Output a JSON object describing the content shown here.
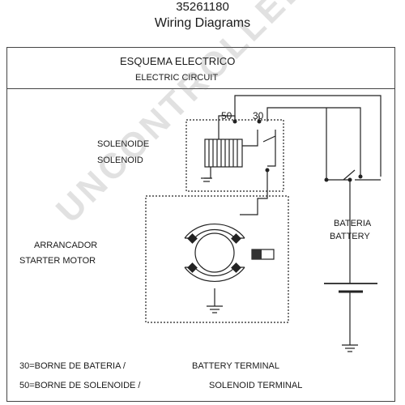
{
  "header": {
    "part_number": "35261180",
    "title": "Wiring Diagrams"
  },
  "diagram": {
    "heading_es": "ESQUEMA ELECTRICO",
    "heading_en": "ELECTRIC CIRCUIT",
    "terminal_50": "50",
    "terminal_30": "30",
    "solenoid_es": "SOLENOIDE",
    "solenoid_en": "SOLENOID",
    "starter_es": "ARRANCADOR",
    "starter_en": "STARTER MOTOR",
    "battery_es": "BATERIA",
    "battery_en": "BATTERY"
  },
  "legend": {
    "line1_es": "30=BORNE DE BATERIA /",
    "line1_en": "BATTERY TERMINAL",
    "line2_es": "50=BORNE DE SOLENOIDE /",
    "line2_en": "SOLENOID TERMINAL"
  },
  "watermark": "UNCONTROLLED COPY",
  "colors": {
    "line": "#222222",
    "watermark": "#9a9a9a"
  }
}
